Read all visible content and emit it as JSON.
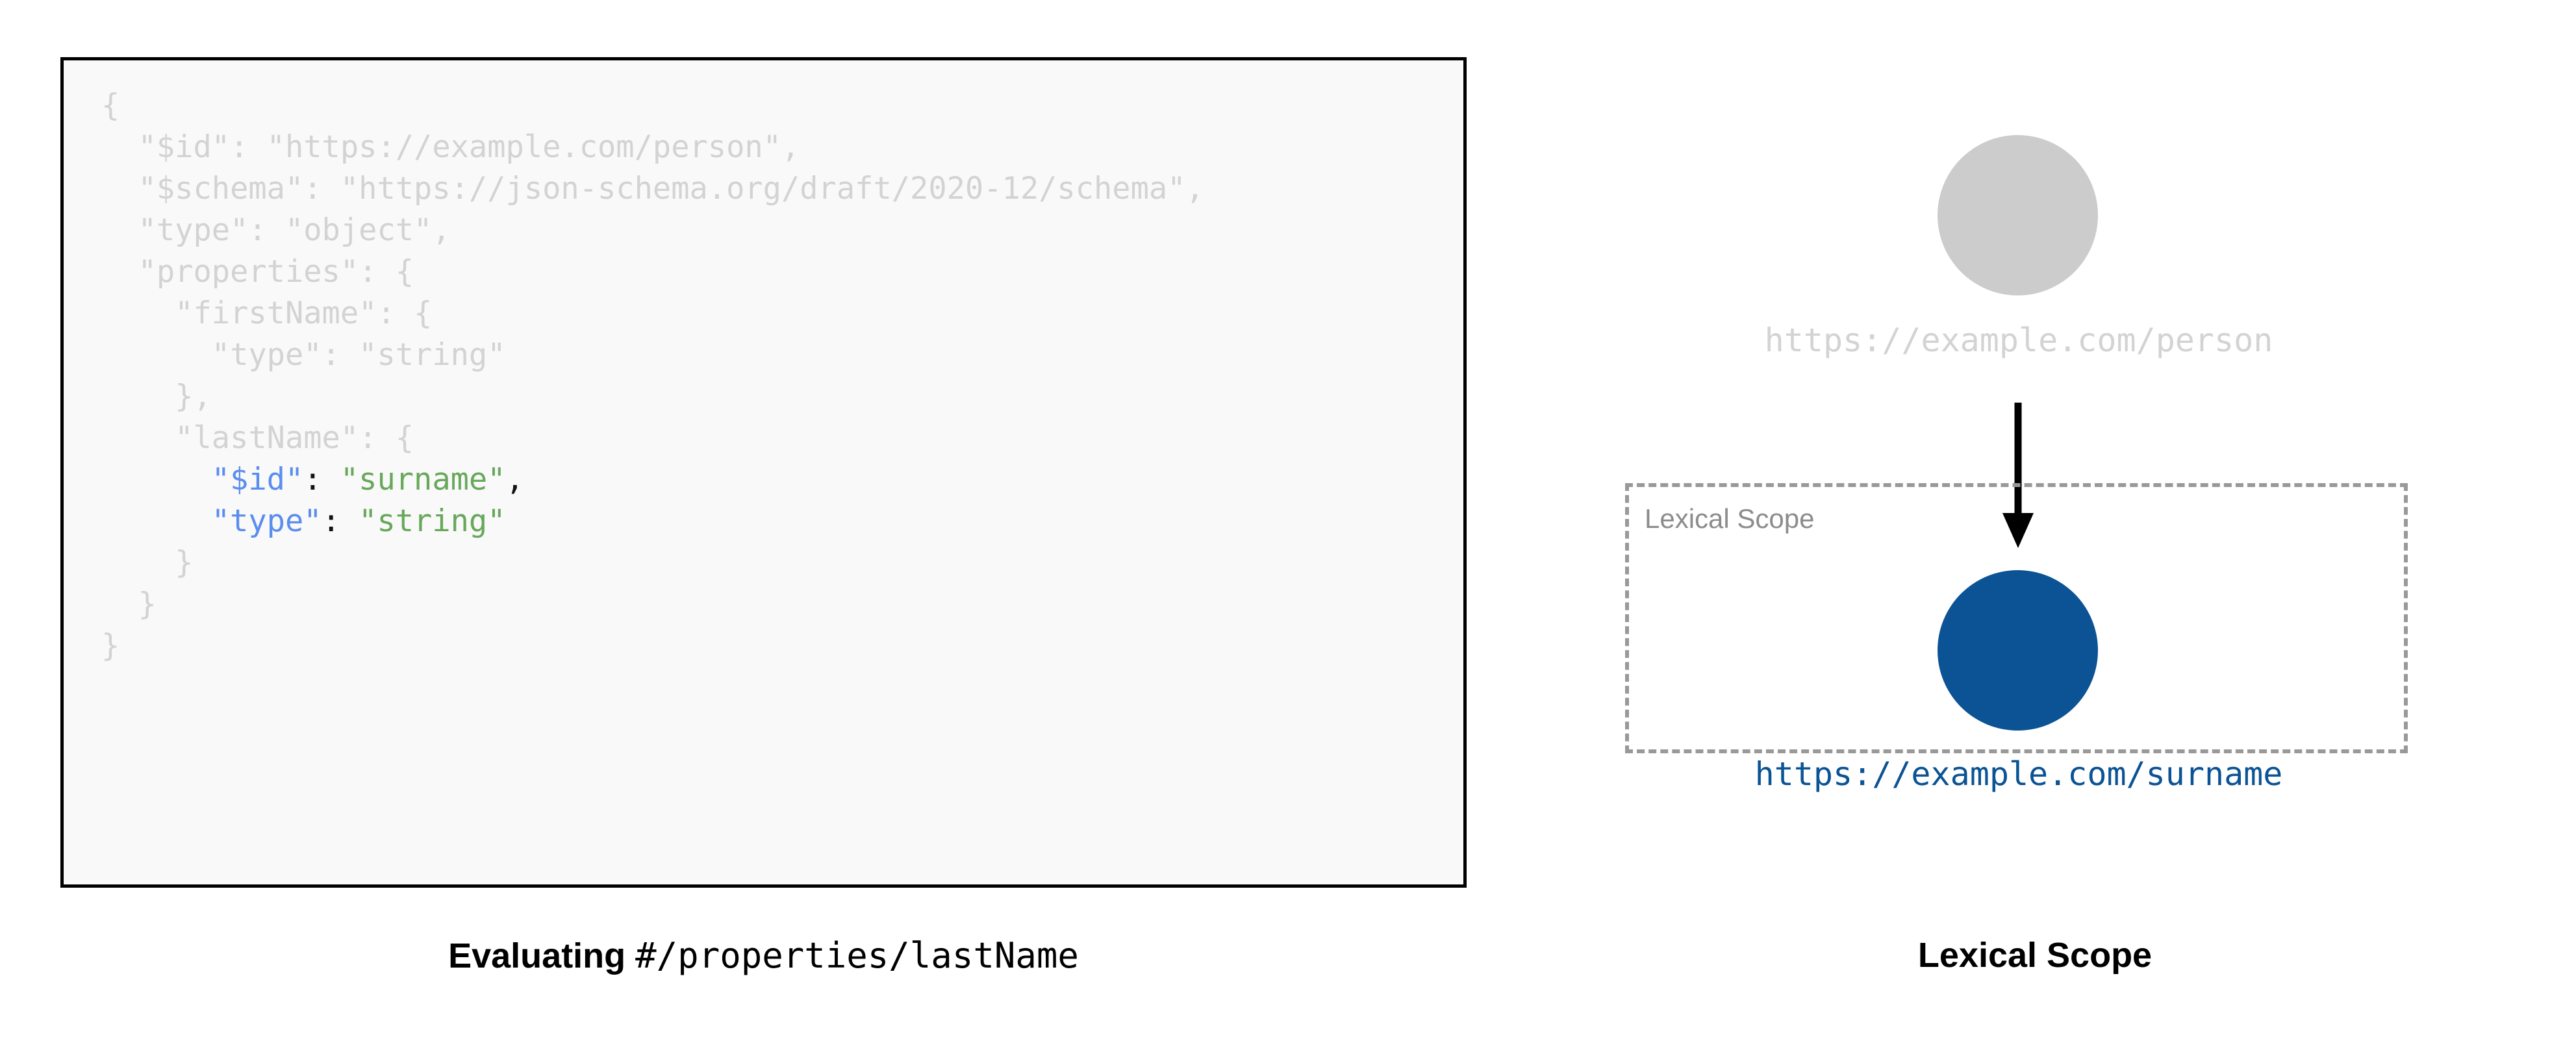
{
  "code_panel": {
    "background_color": "#f9f9f9",
    "border_color": "#000000",
    "dim_color": "#d3d3d3",
    "key_color": "#5b8def",
    "value_color": "#68a85b",
    "punctuation_color": "#111111",
    "lines": [
      {
        "indent": 0,
        "text": "{",
        "state": "dim"
      },
      {
        "indent": 1,
        "text": "\"$id\": \"https://example.com/person\",",
        "state": "dim"
      },
      {
        "indent": 1,
        "text": "\"$schema\": \"https://json-schema.org/draft/2020-12/schema\",",
        "state": "dim"
      },
      {
        "indent": 1,
        "text": "\"type\": \"object\",",
        "state": "dim"
      },
      {
        "indent": 1,
        "text": "\"properties\": {",
        "state": "dim"
      },
      {
        "indent": 2,
        "text": "\"firstName\": {",
        "state": "dim"
      },
      {
        "indent": 3,
        "text": "\"type\": \"string\"",
        "state": "dim"
      },
      {
        "indent": 2,
        "text": "},",
        "state": "dim"
      },
      {
        "indent": 2,
        "text": "\"lastName\": {",
        "state": "dim"
      },
      {
        "indent": 3,
        "key": "\"$id\"",
        "separator": ": ",
        "value": "\"surname\"",
        "trailing": ",",
        "state": "highlight"
      },
      {
        "indent": 3,
        "key": "\"type\"",
        "separator": ": ",
        "value": "\"string\"",
        "trailing": "",
        "state": "highlight"
      },
      {
        "indent": 2,
        "text": "}",
        "state": "dim"
      },
      {
        "indent": 1,
        "text": "}",
        "state": "dim"
      },
      {
        "indent": 0,
        "text": "}",
        "state": "dim"
      }
    ],
    "raw_text": "{\n  \"$id\": \"https://example.com/person\",\n  \"$schema\": \"https://json-schema.org/draft/2020-12/schema\",\n  \"type\": \"object\",\n  \"properties\": {\n    \"firstName\": {\n      \"type\": \"string\"\n    },\n    \"lastName\": {\n      \"$id\": \"surname\",\n      \"type\": \"string\"\n    }\n  }\n}"
  },
  "left_caption": {
    "bold_part": "Evaluating ",
    "mono_part": "#/properties/lastName"
  },
  "diagram": {
    "root_node": {
      "label": "https://example.com/person",
      "circle_color": "#cccccc",
      "label_color": "#d3d3d3"
    },
    "arrow": {
      "color": "#000000",
      "direction": "down"
    },
    "lexical_scope_box": {
      "label": "Lexical Scope",
      "border_color": "#999999",
      "border_style": "dashed",
      "label_color": "#8c8c8c"
    },
    "scoped_node": {
      "label": "https://example.com/surname",
      "circle_color": "#0b5394",
      "label_color": "#0b5394"
    }
  },
  "right_caption": {
    "text": "Lexical Scope"
  }
}
